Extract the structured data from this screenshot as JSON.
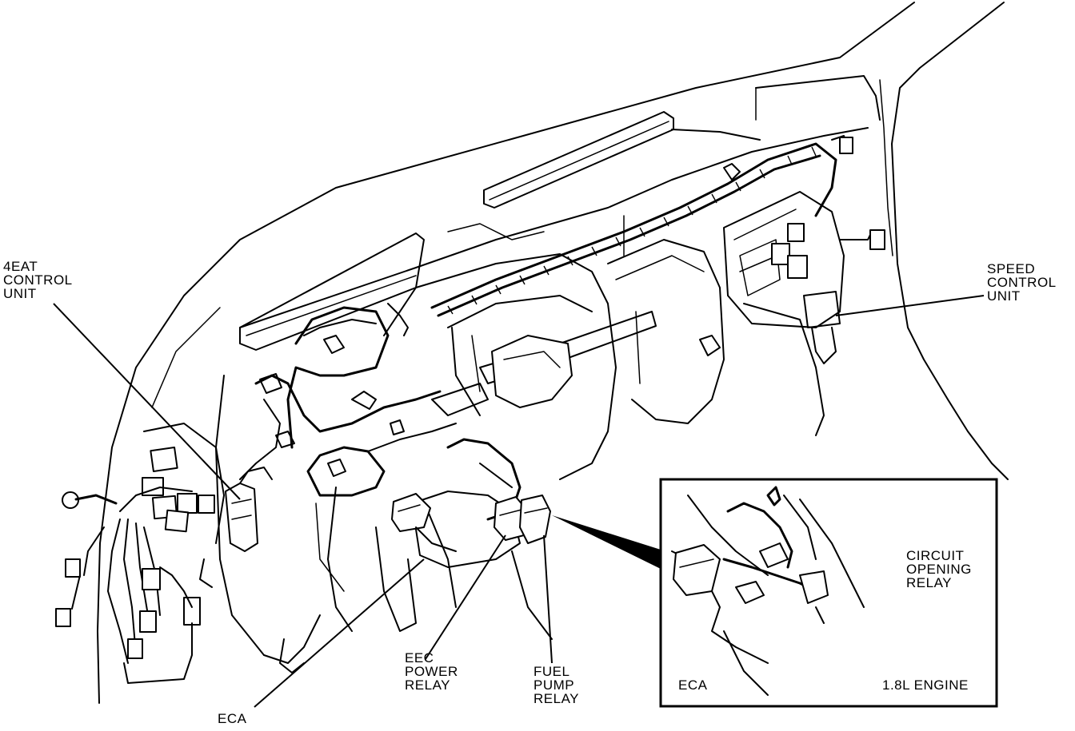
{
  "labels": {
    "eat_control_unit": [
      "4EAT",
      "CONTROL",
      "UNIT"
    ],
    "speed_control_unit": [
      "SPEED",
      "CONTROL",
      "UNIT"
    ],
    "circuit_opening_relay": [
      "CIRCUIT",
      "OPENING",
      "RELAY"
    ],
    "eec_power_relay": [
      "EEC",
      "POWER",
      "RELAY"
    ],
    "fuel_pump_relay": [
      "FUEL",
      "PUMP",
      "RELAY"
    ],
    "eca_main": "ECA",
    "eca_inset": "ECA",
    "inset_caption": "1.8L ENGINE"
  }
}
